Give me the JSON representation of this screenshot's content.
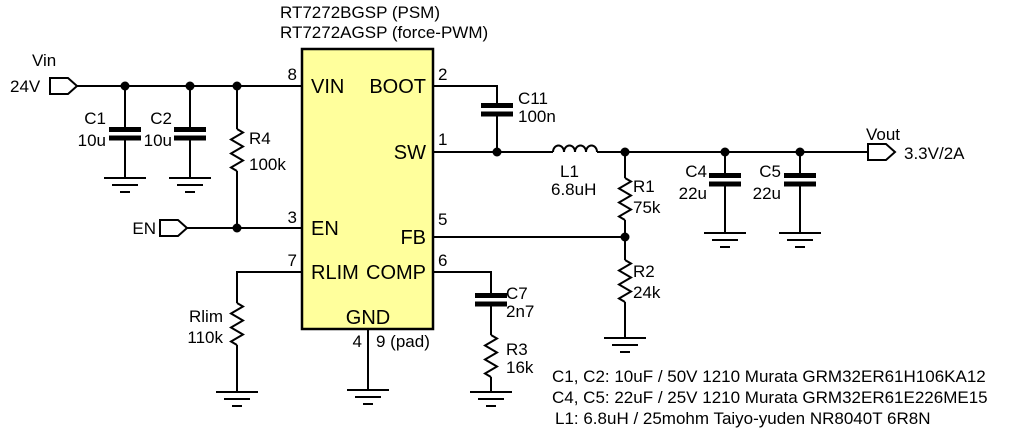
{
  "title": {
    "line1": "RT7272BGSP (PSM)",
    "line2": "RT7272AGSP (force-PWM)"
  },
  "ic": {
    "fill": "#FFFF9C",
    "pins": {
      "vin": {
        "name": "VIN",
        "number": "8"
      },
      "boot": {
        "name": "BOOT",
        "number": "2"
      },
      "sw": {
        "name": "SW",
        "number": "1"
      },
      "en": {
        "name": "EN",
        "number": "3"
      },
      "fb": {
        "name": "FB",
        "number": "5"
      },
      "rlim": {
        "name": "RLIM",
        "number": "7"
      },
      "comp": {
        "name": "COMP",
        "number": "6"
      },
      "gnd": {
        "name": "GND",
        "number_left": "4",
        "number_right": "9 (pad)"
      }
    }
  },
  "ports": {
    "vin": {
      "label": "Vin",
      "value": "24V"
    },
    "en": {
      "label": "EN"
    },
    "vout": {
      "label": "Vout",
      "value": "3.3V/2A"
    }
  },
  "components": {
    "c1": {
      "ref": "C1",
      "value": "10u"
    },
    "c2": {
      "ref": "C2",
      "value": "10u"
    },
    "r4": {
      "ref": "R4",
      "value": "100k"
    },
    "rlim": {
      "ref": "Rlim",
      "value": "110k"
    },
    "c11": {
      "ref": "C11",
      "value": "100n"
    },
    "l1": {
      "ref": "L1",
      "value": "6.8uH"
    },
    "r1": {
      "ref": "R1",
      "value": "75k"
    },
    "r2": {
      "ref": "R2",
      "value": "24k"
    },
    "c7": {
      "ref": "C7",
      "value": "2n7"
    },
    "r3": {
      "ref": "R3",
      "value": "16k"
    },
    "c4": {
      "ref": "C4",
      "value": "22u"
    },
    "c5": {
      "ref": "C5",
      "value": "22u"
    }
  },
  "notes": {
    "line1": "C1, C2: 10uF / 50V 1210 Murata GRM32ER61H106KA12",
    "line2": "C4, C5: 22uF / 25V 1210 Murata GRM32ER61E226ME15",
    "line3": "L1: 6.8uH / 25mohm Taiyo-yuden NR8040T 6R8N"
  }
}
